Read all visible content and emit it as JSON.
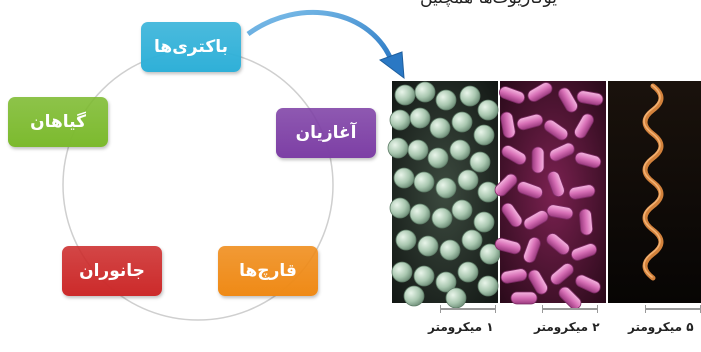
{
  "top_text": "یوکاریوت‌ها همچنین",
  "cycle": {
    "nodes": [
      {
        "label": "باکتری‌ها",
        "color": "#2fb0d8"
      },
      {
        "label": "آغازیان",
        "color": "#7d3fa5"
      },
      {
        "label": "قارچ‌ها",
        "color": "#ef8a16"
      },
      {
        "label": "جانوران",
        "color": "#cc2a2a"
      },
      {
        "label": "گیاهان",
        "color": "#7cba2e"
      }
    ]
  },
  "micrographs": {
    "scales": [
      "۱ میکرومتر",
      "۲ میکرومتر",
      "۵ میکرومتر"
    ]
  }
}
